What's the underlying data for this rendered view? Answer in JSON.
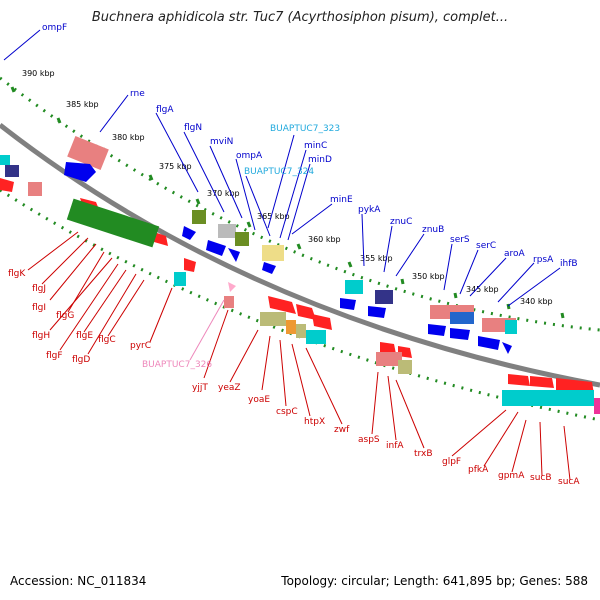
{
  "title": "Buchnera aphidicola str. Tuc7 (Acyrthosiphon pisum), complet...",
  "footer": {
    "accession": "Accession: NC_011834",
    "topology": "Topology: circular; Length: 641,895 bp; Genes: 588"
  },
  "colors": {
    "outer_label": "#0000cc",
    "outer_label_alt": "#22aadd",
    "inner_label": "#cc0000",
    "inner_label_alt": "#ee88bb",
    "dots": "#228b22",
    "backbone": "#808080"
  },
  "kbp_ticks": [
    "390 kbp",
    "385 kbp",
    "380 kbp",
    "375 kbp",
    "370 kbp",
    "365 kbp",
    "360 kbp",
    "355 kbp",
    "350 kbp",
    "345 kbp",
    "340 kbp"
  ],
  "outer_genes": [
    "ompF",
    "rne",
    "flgA",
    "flgN",
    "mviN",
    "ompA",
    "BUAPTUC7_323",
    "BUAPTUC7_324",
    "minC",
    "minD",
    "minE",
    "pykA",
    "znuC",
    "znuB",
    "serS",
    "serC",
    "aroA",
    "rpsA",
    "ihfB"
  ],
  "inner_genes": [
    "flgK",
    "flgJ",
    "flgI",
    "flgG",
    "flgH",
    "flgF",
    "flgE",
    "flgD",
    "flgC",
    "pyrC",
    "BUAPTUC7_326",
    "yjjT",
    "yeaZ",
    "yoaE",
    "cspC",
    "htpX",
    "zwf",
    "aspS",
    "infA",
    "trxB",
    "glpF",
    "pfkA",
    "gpmA",
    "sucB",
    "sucA"
  ]
}
